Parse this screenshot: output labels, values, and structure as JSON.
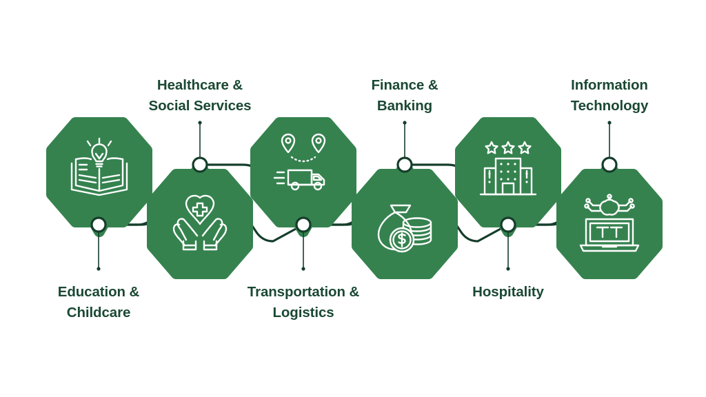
{
  "diagram": {
    "type": "hexagon-timeline-infographic",
    "title_text": "",
    "colors": {
      "hexagon_fill": "#35824f",
      "label_text": "#1a4833",
      "connector_line": "#153d2b",
      "node_stroke": "#153d2b",
      "node_fill": "#ffffff",
      "icon_stroke": "#ffffff",
      "background": "#ffffff"
    },
    "nodes": [
      {
        "id": "education-childcare",
        "label": "Education &\nChildcare",
        "label_position": "below",
        "hexagon_position": "upper",
        "icon_name": "book-lightbulb-icon",
        "icon_description": "open book with lightbulb"
      },
      {
        "id": "healthcare-social-services",
        "label": "Healthcare &\nSocial Services",
        "label_position": "above",
        "hexagon_position": "lower",
        "icon_name": "hands-heart-cross-icon",
        "icon_description": "hands holding heart with medical cross"
      },
      {
        "id": "transportation-logistics",
        "label": "Transportation &\nLogistics",
        "label_position": "below",
        "hexagon_position": "upper",
        "icon_name": "truck-route-pins-icon",
        "icon_description": "delivery truck with map pins and dotted route"
      },
      {
        "id": "finance-banking",
        "label": "Finance &\nBanking",
        "label_position": "above",
        "hexagon_position": "lower",
        "icon_name": "money-bag-coins-icon",
        "icon_description": "money bag with coin stack and dollar coin"
      },
      {
        "id": "hospitality",
        "label": "Hospitality",
        "label_position": "below",
        "hexagon_position": "upper",
        "icon_name": "hotel-stars-icon",
        "icon_description": "hotel building with three stars"
      },
      {
        "id": "information-technology",
        "label": "Information\nTechnology",
        "label_position": "above",
        "hexagon_position": "lower",
        "icon_name": "laptop-it-circuit-icon",
        "icon_description": "laptop showing IT with circuit network"
      }
    ]
  }
}
